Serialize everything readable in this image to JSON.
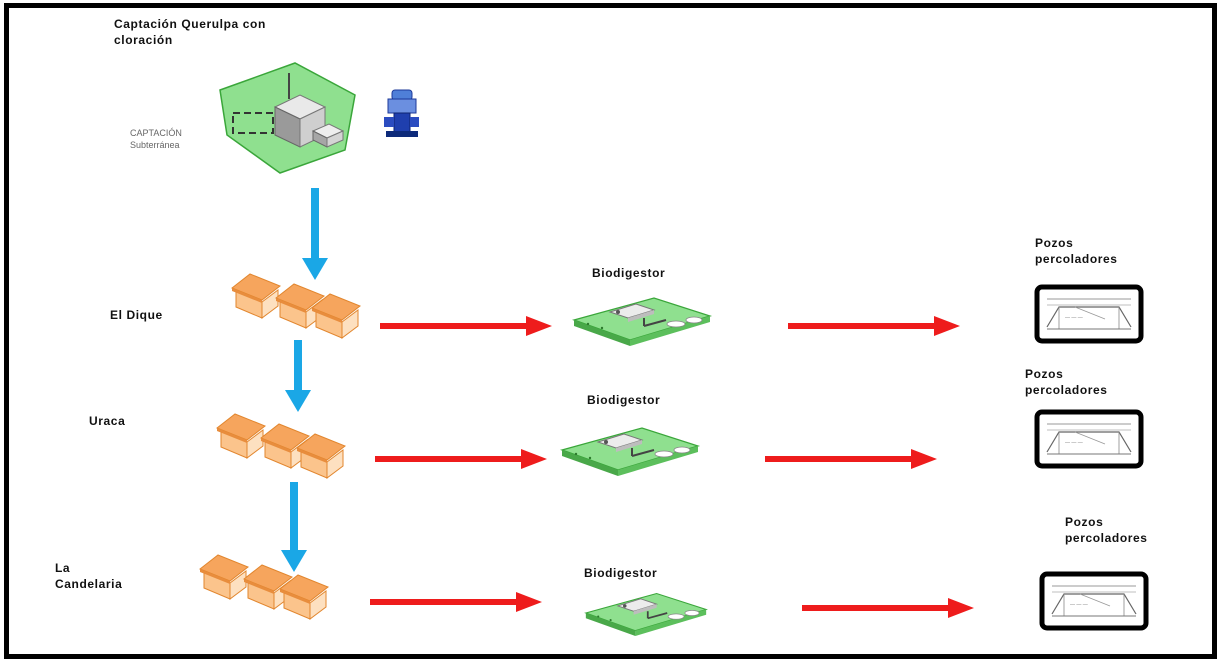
{
  "diagram": {
    "source": {
      "title": "Captación Querulpa con\ncloración",
      "sublabel": "CAPTACIÓN\nSubterránea"
    },
    "rows": [
      {
        "town": "El Dique",
        "treatment": "Biodigestor",
        "disposal": "Pozos\npercoladores"
      },
      {
        "town": "Uraca",
        "treatment": "Biodigestor",
        "disposal": "Pozos\npercoladores"
      },
      {
        "town": "La\nCandelaria",
        "treatment": "Biodigestor",
        "disposal": "Pozos\npercoladores"
      }
    ]
  },
  "colors": {
    "water_arrow": "#1aa7e6",
    "sewage_arrow": "#ee1c1c",
    "house_fill": "#fbc48c",
    "house_stroke": "#e2862e",
    "green_area": "#8fe08f",
    "biodigestor_base": "#5cbf5c"
  },
  "icons": {
    "source": "captacion-building-icon",
    "chlorinator": "chlorinator-icon",
    "houses": "houses-icon",
    "biodigestor": "biodigestor-icon",
    "pozos": "percolation-well-icon"
  }
}
